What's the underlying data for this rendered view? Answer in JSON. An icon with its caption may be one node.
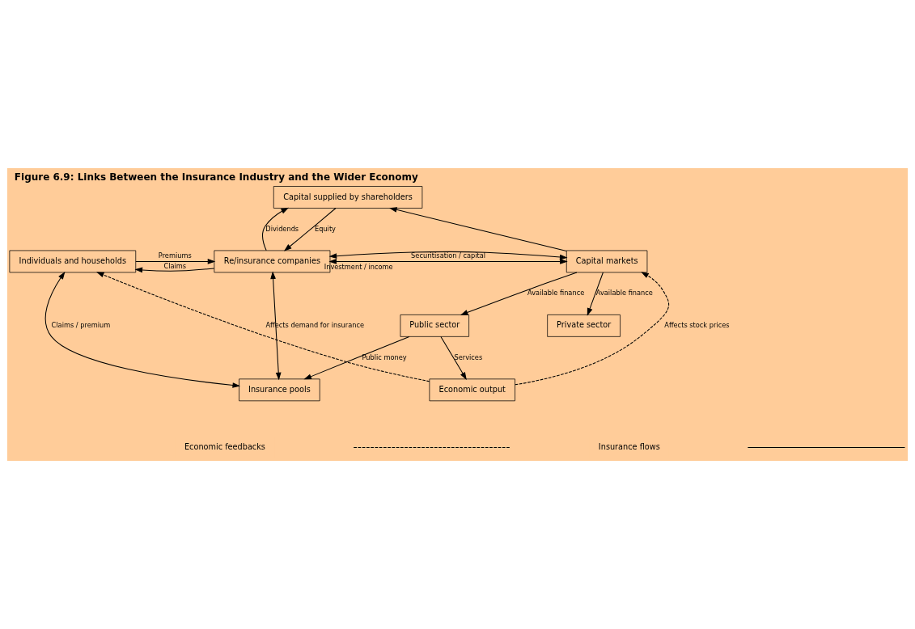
{
  "diagram": {
    "title": "Figure 6.9: Links Between the Insurance Industry and the Wider Economy",
    "nodes": [
      {
        "text": [
          "Capital supplied by shareholders"
        ]
      },
      {
        "text": [
          "Individuals and households"
        ]
      },
      {
        "text": [
          "Re/insurance companies"
        ]
      },
      {
        "text": [
          "Capital markets"
        ]
      },
      {
        "text": [
          "Private sector"
        ]
      },
      {
        "text": [
          "Public sector"
        ]
      },
      {
        "text": [
          "Insurance pools"
        ]
      },
      {
        "text": [
          "Economic output"
        ]
      }
    ],
    "edges": [
      {
        "from": 2,
        "to": 0,
        "arrow": "to",
        "label": "Dividends"
      },
      {
        "from": 0,
        "to": 2,
        "arrow": "to",
        "label": "Equity"
      },
      {
        "from": 1,
        "to": 2,
        "arrow": "to",
        "label": "Premiums"
      },
      {
        "from": 2,
        "to": 1,
        "arrow": "to",
        "label": "Claims"
      },
      {
        "from": 2,
        "to": 3,
        "arrow": "both",
        "label": "Securitisation / capital"
      },
      {
        "from": 2,
        "to": 3,
        "arrow": "both",
        "label": "Investment / income"
      },
      {
        "from": 3,
        "to": 0,
        "arrow": "to"
      },
      {
        "from": 3,
        "to": 4,
        "arrow": "to",
        "label": "Available finance"
      },
      {
        "from": 3,
        "to": 5,
        "arrow": "to",
        "label": "Available finance"
      },
      {
        "from": 2,
        "to": 6,
        "arrow": "both"
      },
      {
        "from": 1,
        "to": 6,
        "arrow": "both",
        "label": "Claims / premium"
      },
      {
        "from": 5,
        "to": 6,
        "arrow": "to",
        "label": "Public money"
      },
      {
        "from": 5,
        "to": 7,
        "arrow": "to",
        "label": "Services"
      },
      {
        "from": 7,
        "to": 1,
        "arrow": "to",
        "label": "Affects demand for insurance",
        "style": "dashed"
      },
      {
        "from": 7,
        "to": 3,
        "arrow": "to",
        "label": "Affects stock prices",
        "style": "dashed"
      }
    ],
    "legend": [
      {
        "text": "Economic feedbacks"
      },
      {
        "text": "Insurance flows"
      }
    ]
  }
}
